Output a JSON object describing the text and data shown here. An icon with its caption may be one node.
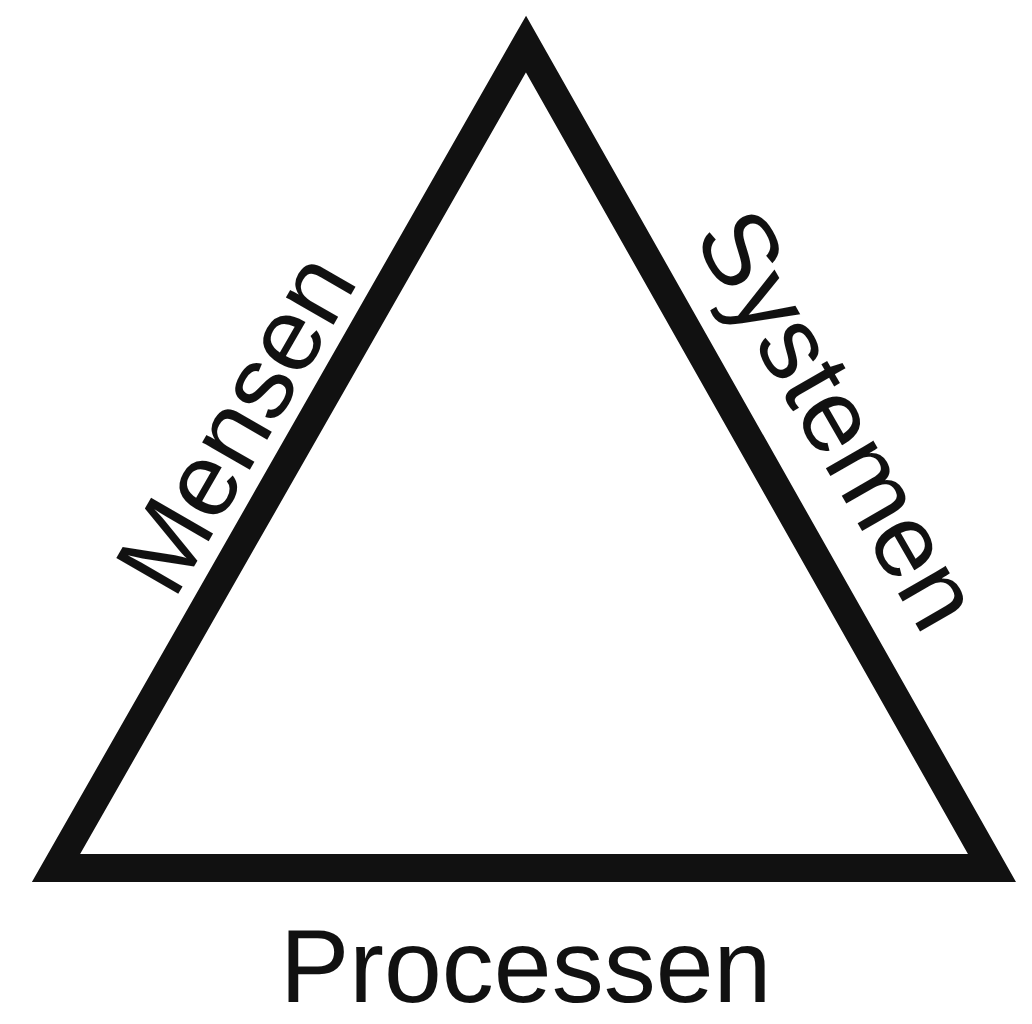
{
  "diagram": {
    "nodes": [
      {
        "text": [],
        "shape": "triangle",
        "beside": [
          "Mensen",
          "Systemen",
          "Processen"
        ]
      }
    ]
  }
}
